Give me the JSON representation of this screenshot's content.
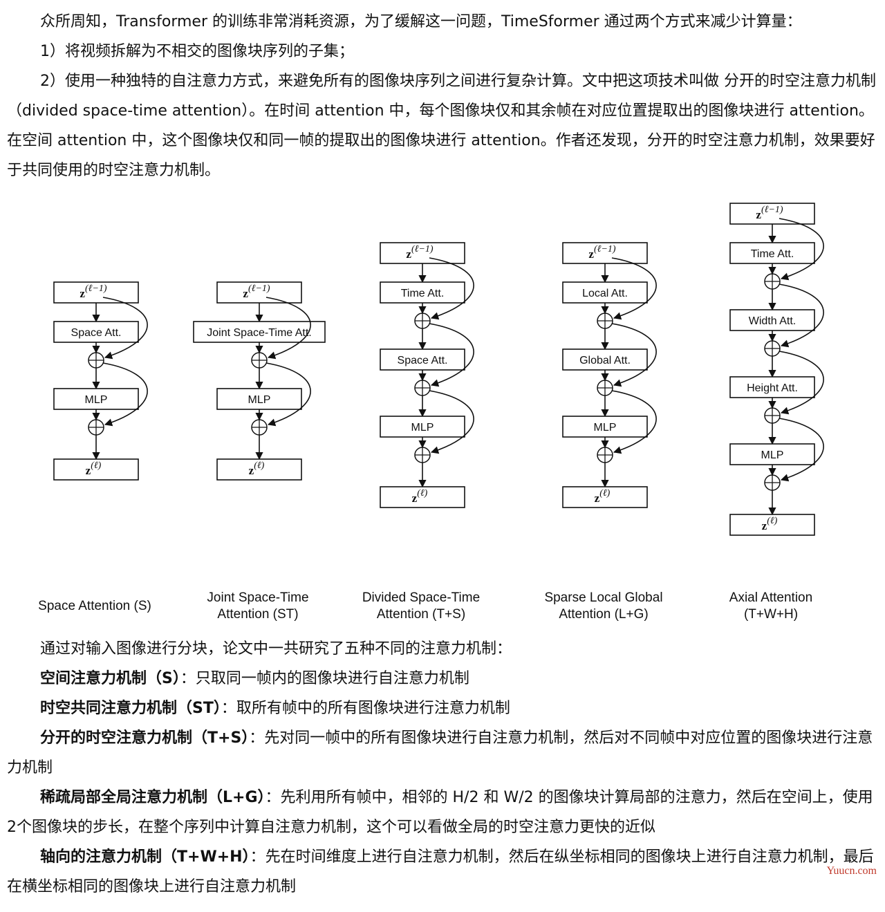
{
  "intro": {
    "line1": "众所周知，Transformer 的训练非常消耗资源，为了缓解这一问题，TimeSformer 通过两个方式来减少计算量：",
    "item1": "1）将视频拆解为不相交的图像块序列的子集；",
    "item2": "2）使用一种独特的自注意力方式，来避免所有的图像块序列之间进行复杂计算。文中把这项技术叫做 分开的时空注意力机制（divided space-time attention）。在时间 attention 中，每个图像块仅和其余帧在对应位置提取出的图像块进行 attention。在空间 attention 中，这个图像块仅和同一帧的提取出的图像块进行 attention。作者还发现，分开的时空注意力机制，效果要好于共同使用的时空注意力机制。"
  },
  "diagram": {
    "z_in": "z",
    "z_in_sup": "(ℓ−1)",
    "z_out": "z",
    "z_out_sup": "(ℓ)",
    "columns": [
      {
        "boxes": [
          "Space Att.",
          "MLP"
        ],
        "caption": [
          "Space Attention (S)"
        ]
      },
      {
        "boxes": [
          "Joint Space-Time Att.",
          "MLP"
        ],
        "caption": [
          "Joint Space-Time",
          "Attention (ST)"
        ]
      },
      {
        "boxes": [
          "Time Att.",
          "Space Att.",
          "MLP"
        ],
        "caption": [
          "Divided Space-Time",
          "Attention (T+S)"
        ]
      },
      {
        "boxes": [
          "Local Att.",
          "Global Att.",
          "MLP"
        ],
        "caption": [
          "Sparse Local Global",
          "Attention (L+G)"
        ]
      },
      {
        "boxes": [
          "Time Att.",
          "Width Att.",
          "Height Att.",
          "MLP"
        ],
        "caption": [
          "Axial Attention",
          "(T+W+H)"
        ]
      }
    ]
  },
  "defs": {
    "lead": "通过对输入图像进行分块，论文中一共研究了五种不同的注意力机制：",
    "items": [
      {
        "term": "空间注意力机制（S）",
        "desc": "：只取同一帧内的图像块进行自注意力机制"
      },
      {
        "term": "时空共同注意力机制（ST）",
        "desc": "：取所有帧中的所有图像块进行注意力机制"
      },
      {
        "term": "分开的时空注意力机制（T+S）",
        "desc": "：先对同一帧中的所有图像块进行自注意力机制，然后对不同帧中对应位置的图像块进行注意力机制"
      },
      {
        "term": "稀疏局部全局注意力机制（L+G）",
        "desc": "：先利用所有帧中，相邻的 H/2 和 W/2 的图像块计算局部的注意力，然后在空间上，使用2个图像块的步长，在整个序列中计算自注意力机制，这个可以看做全局的时空注意力更快的近似"
      },
      {
        "term": "轴向的注意力机制（T+W+H）",
        "desc": "：先在时间维度上进行自注意力机制，然后在纵坐标相同的图像块上进行自注意力机制，最后在横坐标相同的图像块上进行自注意力机制"
      }
    ]
  },
  "watermark": "Yuucn.com"
}
